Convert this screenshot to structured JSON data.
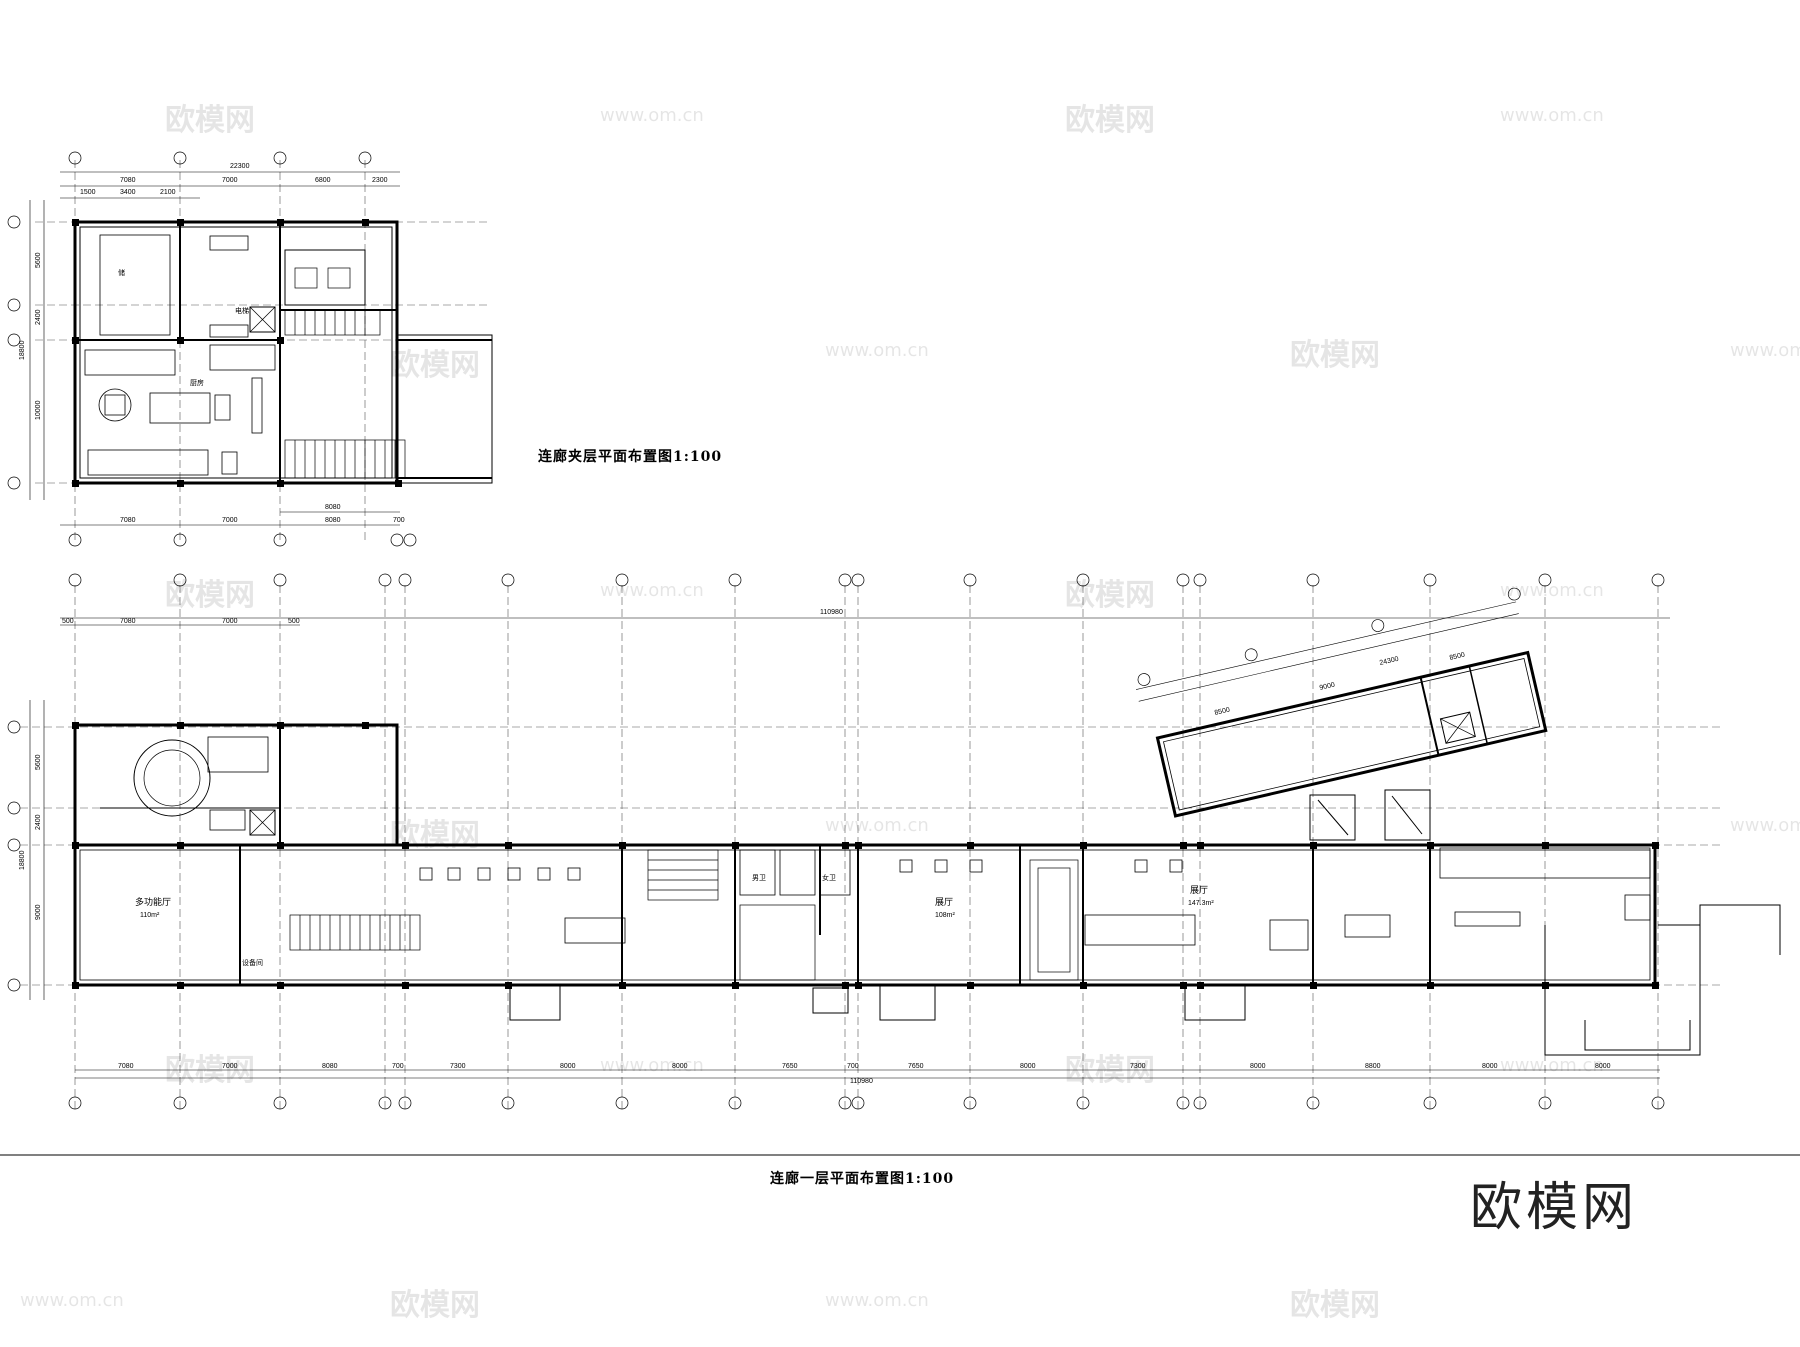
{
  "drawings": {
    "mezzanine_title": "连廊夹层平面布置图1:100",
    "ground_title": "连廊一层平面布置图1:100"
  },
  "mezzanine": {
    "top_total": "22300",
    "top_dims": [
      "7080",
      "7000",
      "6800",
      "2300"
    ],
    "top_sub": [
      "1500",
      "3400",
      "2100"
    ],
    "left_total": "18800",
    "left_dims": [
      "5600",
      "2400",
      "10000"
    ],
    "bottom_dims": [
      "7080",
      "7000",
      "8080"
    ],
    "bottom_sub": [
      "8080",
      "700"
    ],
    "room_labels": [
      "储",
      "电梯",
      "厨房"
    ]
  },
  "ground": {
    "top_total": "110980",
    "top_dims": [
      "500",
      "7080",
      "7000",
      "500"
    ],
    "left_total": "18800",
    "left_dims": [
      "5600",
      "2400",
      "9000"
    ],
    "bottom_total": "110980",
    "bottom_dims": [
      "7080",
      "7000",
      "8080",
      "700",
      "7300",
      "8000",
      "8000",
      "7650",
      "700",
      "7650",
      "8000",
      "7300",
      "8000",
      "8800",
      "8000",
      "8000"
    ],
    "rooms": {
      "multi_hall": "多功能厅",
      "multi_area": "110m²",
      "equipment": "设备间",
      "male_wc": "男卫",
      "female_wc": "女卫",
      "hall1": "展厅",
      "hall1_area": "108m²",
      "hall2": "展厅",
      "hall2_area": "147.3m²"
    },
    "skew_dims": [
      "8500",
      "9000",
      "8500",
      "24300"
    ]
  },
  "watermark": {
    "logo_text": "欧模网",
    "url_text": "www.om.cn"
  }
}
